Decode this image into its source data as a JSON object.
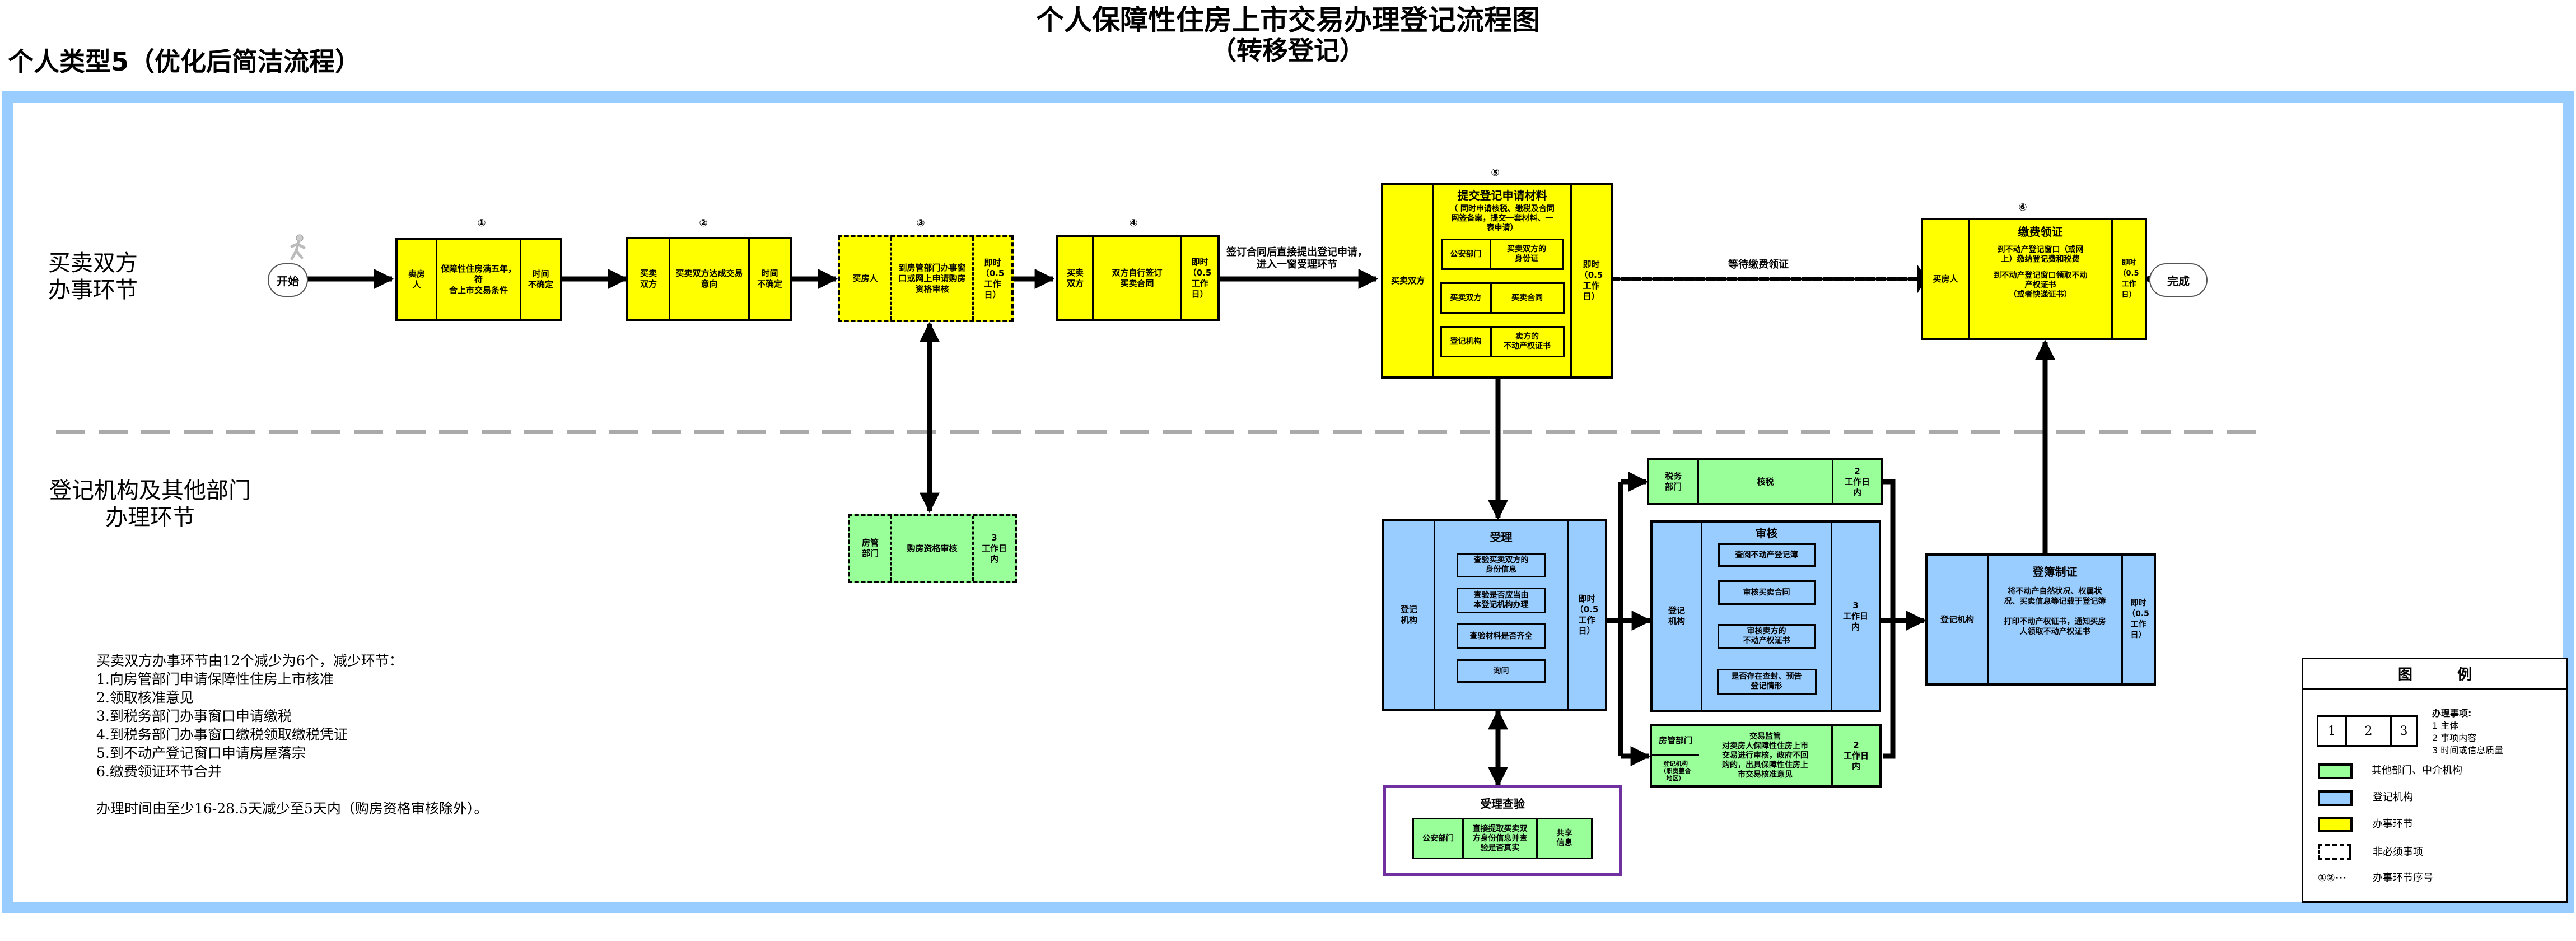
{
  "header": {
    "title": "个人保障性住房上市交易办理登记流程图",
    "subtitle": "（转移登记）",
    "variant": "个人类型5（优化后简洁流程）"
  },
  "lanes": {
    "top": [
      "买卖双方",
      "办事环节"
    ],
    "bottom": [
      "登记机构及其他部门",
      "办理环节"
    ]
  },
  "start": "开始",
  "end": "完成",
  "steps": [
    {
      "num": "①",
      "actor": [
        "卖房",
        "人"
      ],
      "content": [
        "保障性住房满五年，符",
        "合上市交易条件"
      ],
      "time": [
        "时间",
        "不确定"
      ],
      "optional": false
    },
    {
      "num": "②",
      "actor": [
        "买卖",
        "双方"
      ],
      "content": [
        "买卖双方达成交易",
        "意向"
      ],
      "time": [
        "时间",
        "不确定"
      ],
      "optional": false
    },
    {
      "num": "③",
      "actor": [
        "买房人"
      ],
      "content": [
        "到房管部门办事窗",
        "口或网上申请购房",
        "资格审核"
      ],
      "time": [
        "即时",
        "（0.5",
        "工作",
        "日）"
      ],
      "optional": true
    },
    {
      "num": "④",
      "actor": [
        "买卖",
        "双方"
      ],
      "content": [
        "双方自行签订",
        "买卖合同"
      ],
      "time": [
        "即时",
        "（0.5",
        "工作",
        "日）"
      ],
      "optional": false
    },
    {
      "num": "⑤",
      "actor": [
        "买卖双方"
      ],
      "title": "提交登记申请材料",
      "note": [
        "（ 同时申请核税、缴税及合同",
        "网签备案，提交一套材料、一",
        "表申请）"
      ],
      "materials": [
        {
          "source": "公安部门",
          "item": [
            "买卖双方的",
            "身份证"
          ]
        },
        {
          "source": "买卖双方",
          "item": [
            "买卖合同"
          ]
        },
        {
          "source": "登记机构",
          "item": [
            "卖方的",
            "不动产权证书"
          ]
        }
      ],
      "time": [
        "即时",
        "（0.5",
        "工作",
        "日）"
      ]
    },
    {
      "num": "⑥",
      "actor": [
        "买房人"
      ],
      "title": "缴费领证",
      "lines": [
        [
          "到不动产登记窗口（或网",
          "上）缴纳登记费和税费"
        ],
        [
          "到不动产登记窗口领取不动",
          "产权证书",
          "（或者快递证书）"
        ]
      ],
      "time": [
        "即时",
        "（0.5",
        "工作",
        "日）"
      ]
    }
  ],
  "edge_labels": {
    "after_step4": [
      "签订合同后直接提出登记申请，",
      "进入一窗受理环节"
    ],
    "wait": "等待缴费领证"
  },
  "dept_boxes": {
    "qualification": {
      "actor": [
        "房管",
        "部门"
      ],
      "content": [
        "购房资格审核"
      ],
      "time": [
        "3",
        "工作日",
        "内"
      ],
      "optional": true
    },
    "accept": {
      "actor": [
        "登记",
        "机构"
      ],
      "title": "受理",
      "items": [
        [
          "查验买卖双方的",
          "身份信息"
        ],
        [
          "查验是否应当由",
          "本登记机构办理"
        ],
        [
          "查验材料是否齐全"
        ],
        [
          "询问"
        ]
      ],
      "time": [
        "即时",
        "（0.5",
        "工作",
        "日）"
      ]
    },
    "accept_check": {
      "title": "受理查验",
      "row": {
        "source": "公安部门",
        "content": [
          "直接提取买卖双",
          "方身份信息并查",
          "验是否真实"
        ],
        "result": [
          "共享",
          "信息"
        ]
      }
    },
    "tax": {
      "actor": [
        "税务",
        "部门"
      ],
      "content": [
        "核税"
      ],
      "time": [
        "2",
        "工作日",
        "内"
      ]
    },
    "review": {
      "actor": [
        "登记",
        "机构"
      ],
      "title": "审核",
      "items": [
        [
          "查阅不动产登记簿"
        ],
        [
          "审核买卖合同"
        ],
        [
          "审核卖方的",
          "不动产权证书"
        ],
        [
          "是否存在查封、预告",
          "登记情形"
        ]
      ],
      "time": [
        "3",
        "工作日",
        "内"
      ]
    },
    "supervision": {
      "actor_top": "房管部门",
      "actor_bottom": [
        "登记机构",
        "（职责整合",
        "地区）"
      ],
      "content": [
        "交易监管",
        "对卖房人保障性住房上市",
        "交易进行审核，政府不回",
        "购的，出具保障性住房上",
        "市交易核准意见"
      ],
      "time": [
        "2",
        "工作日",
        "内"
      ]
    },
    "register": {
      "actor": [
        "登记机构"
      ],
      "title": "登簿制证",
      "lines": [
        [
          "将不动产自然状况、权属状",
          "况、买卖信息等记载于登记簿"
        ],
        [
          "打印不动产权证书，通知买房",
          "人领取不动产权证书"
        ]
      ],
      "time": [
        "即时",
        "（0.5",
        "工作",
        "日）"
      ]
    }
  },
  "notes": {
    "intro": "买卖双方办事环节由12个减少为6个，减少环节：",
    "items": [
      "1.向房管部门申请保障性住房上市核准",
      "2.领取核准意见",
      "3.到税务部门办事窗口申请缴税",
      "4.到税务部门办事窗口缴税领取缴税凭证",
      "5.到不动产登记窗口申请房屋落宗",
      "6.缴费领证环节合并"
    ],
    "summary": "办理时间由至少16-28.5天减少至5天内（购房资格审核除外）。"
  },
  "legend": {
    "title": "图例",
    "sample_cells": [
      "1",
      "2",
      "3"
    ],
    "matter_title": "办理事项:",
    "matter_items": [
      "1 主体",
      "2 事项内容",
      "3 时间或信息质量"
    ],
    "entries": [
      {
        "color": "#99ff99",
        "label": "其他部门、中介机构"
      },
      {
        "color": "#99ccff",
        "label": "登记机构"
      },
      {
        "color": "#ffff00",
        "label": "办事环节"
      }
    ],
    "dashed_label": "非必须事项",
    "seq_symbol": "①②···",
    "seq_label": "办事环节序号"
  },
  "colors": {
    "frame": "#99ccff",
    "yellow": "#ffff00",
    "blue": "#99ccff",
    "green": "#99ff99",
    "purple": "#7030a0",
    "divider": "#aaaaaa"
  }
}
